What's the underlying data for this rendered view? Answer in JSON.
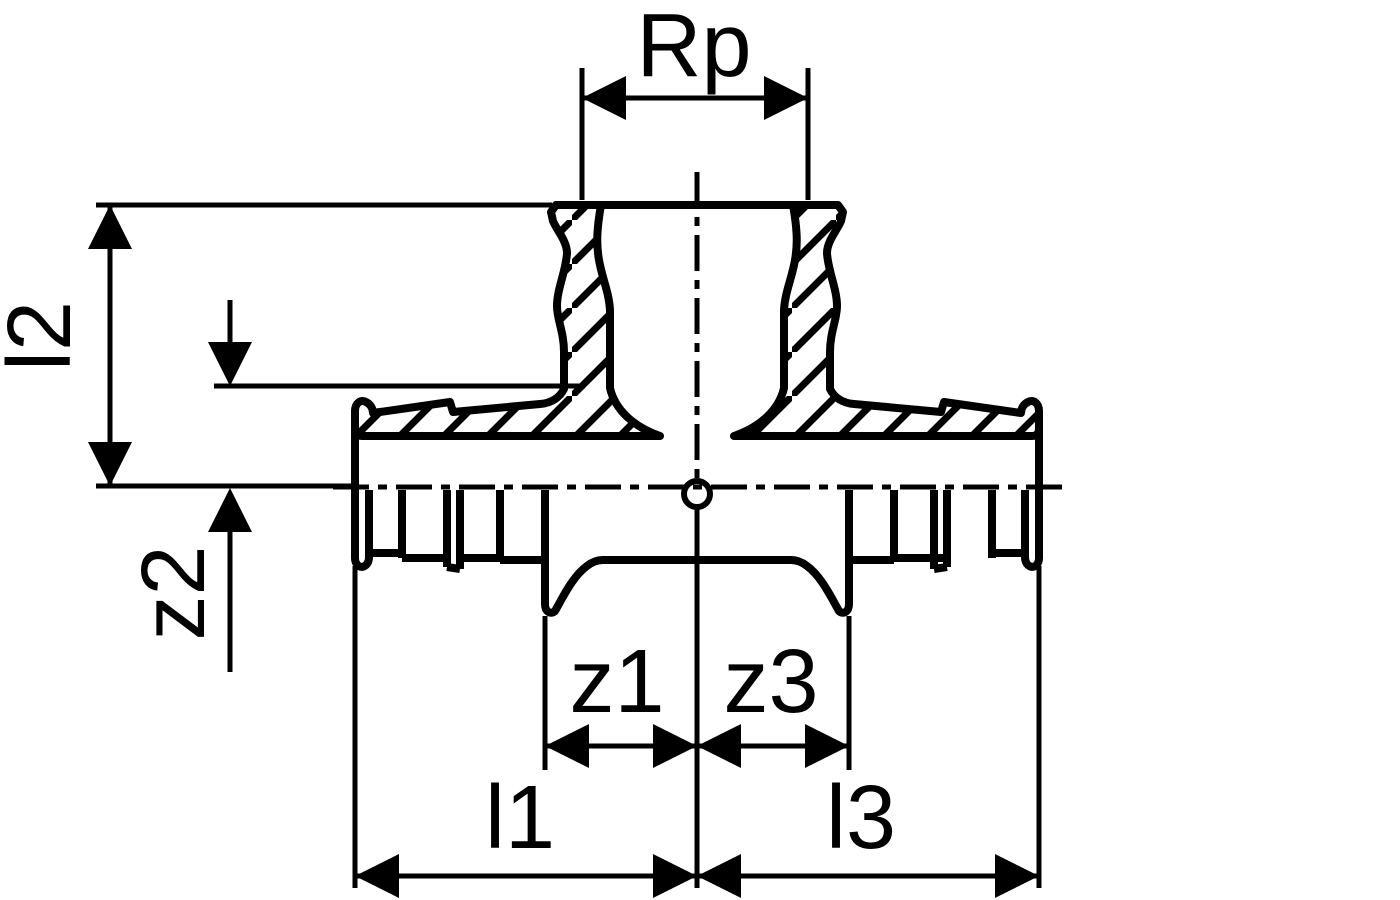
{
  "drawing": {
    "subject": "pipe-tee-fitting-cross-section",
    "background_color": "#ffffff",
    "line_color": "#000000",
    "labels": {
      "thread_size": "Rp",
      "branch_length": "l2",
      "branch_z_dimension": "z2",
      "left_z_dimension": "z1",
      "right_z_dimension": "z3",
      "left_insertion_length": "l1",
      "right_insertion_length": "l3"
    }
  }
}
